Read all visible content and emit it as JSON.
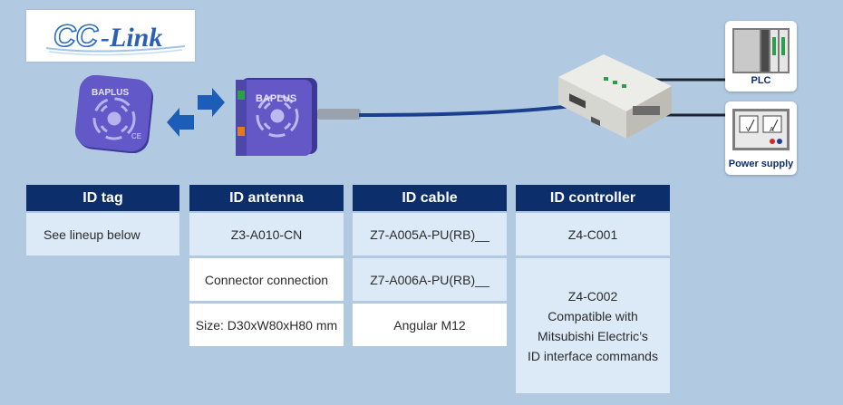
{
  "logo": {
    "text_primary": "CC",
    "text_secondary": "-Link"
  },
  "devices": {
    "plc_label": "PLC",
    "power_label": "Power supply",
    "power_meter_v": "V",
    "power_meter_a": "A",
    "tag_brand": "BAPLUS",
    "antenna_brand": "BAPLUS",
    "tag_ce": "CE"
  },
  "columns": [
    {
      "header": "ID tag",
      "cells": [
        "See lineup below"
      ]
    },
    {
      "header": "ID antenna",
      "cells": [
        "Z3-A010-CN",
        "Connector connection",
        "Size: D30xW80xH80 mm"
      ]
    },
    {
      "header": "ID cable",
      "cells": [
        "Z7-A005A-PU(RB)__",
        "Z7-A006A-PU(RB)__",
        "Angular M12"
      ]
    },
    {
      "header": "ID controller",
      "cells": [
        "Z4-C001"
      ],
      "multiline": [
        "Z4-C002",
        "Compatible with",
        "Mitsubishi Electric’s",
        "ID interface commands"
      ]
    }
  ]
}
